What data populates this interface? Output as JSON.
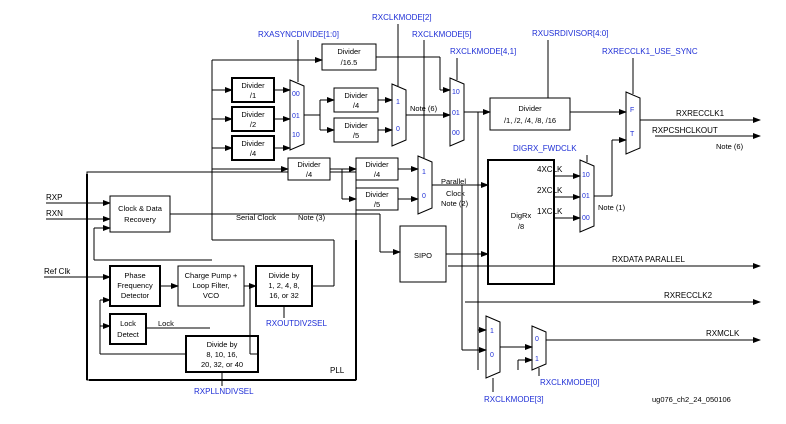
{
  "blue_labels": {
    "rxasyncdivide": "RXASYNCDIVIDE[1:0]",
    "rxclkmode2": "RXCLKMODE[2]",
    "rxclkmode5": "RXCLKMODE[5]",
    "rxclkmode41": "RXCLKMODE[4,1]",
    "rxusrdivisor": "RXUSRDIVISOR[4:0]",
    "rxrecclk1_use_sync": "RXRECCLK1_USE_SYNC",
    "digrx_fwdclk": "DIGRX_FWDCLK",
    "rxoutdiv2sel": "RXOUTDIV2SEL",
    "rxplndivsel": "RXPLLNDIVSEL",
    "rxclkmode0": "RXCLKMODE[0]",
    "rxclkmode3": "RXCLKMODE[3]"
  },
  "blocks": {
    "div165": [
      "Divider",
      "/16.5"
    ],
    "div1": [
      "Divider",
      "/1"
    ],
    "div2": [
      "Divider",
      "/2"
    ],
    "div4a": [
      "Divider",
      "/4"
    ],
    "div4b": [
      "Divider",
      "/4"
    ],
    "div5a": [
      "Divider",
      "/5"
    ],
    "div4c": [
      "Divider",
      "/4"
    ],
    "div4d": [
      "Divider",
      "/4"
    ],
    "div5b": [
      "Divider",
      "/5"
    ],
    "usrdiv": [
      "Divider",
      "/1, /2, /4, /8, /16"
    ],
    "cdr": [
      "Clock & Data",
      "Recovery"
    ],
    "pfd": [
      "Phase",
      "Frequency",
      "Detector"
    ],
    "cp": [
      "Charge Pump +",
      "Loop Filter,",
      "VCO"
    ],
    "divby": [
      "Divide by",
      "1, 2, 4, 8,",
      "16, or 32"
    ],
    "lock": [
      "Lock",
      "Detect"
    ],
    "divn": [
      "Divide by",
      "8, 10, 16,",
      "20, 32, or 40"
    ],
    "sipo": "SIPO",
    "digrx": [
      "DigRx",
      "/8"
    ]
  },
  "signals": {
    "rxp": "RXP",
    "rxn": "RXN",
    "refclk": "Ref Clk",
    "rxrecclk1": "RXRECCLK1",
    "rxpcshclkout": "RXPCSHCLKOUT",
    "note6a": "Note (6)",
    "note6b": "Note (6)",
    "rxdata": "RXDATA PARALLEL",
    "rxrecclk2": "RXRECCLK2",
    "rxmclk": "RXMCLK",
    "serialclock": "Serial Clock",
    "note3": "Note (3)",
    "parallel": "Parallel",
    "clock": "Clock",
    "note2": "Note (2)",
    "note1": "Note (1)",
    "fourx": "4XCLK",
    "twox": "2XCLK",
    "onex": "1XCLK",
    "lock_label": "Lock",
    "pll": "PLL",
    "figid": "ug076_ch2_24_050106"
  },
  "mux_inputs": {
    "m1": [
      "00",
      "01",
      "10"
    ],
    "m2": [
      "1",
      "0"
    ],
    "m3": [
      "10",
      "01",
      "00"
    ],
    "m4": [
      "F",
      "T"
    ],
    "m5": [
      "1",
      "0"
    ],
    "m6": [
      "10",
      "01",
      "00"
    ],
    "m7": [
      "1",
      "0"
    ],
    "m8": [
      "0",
      "1"
    ]
  }
}
